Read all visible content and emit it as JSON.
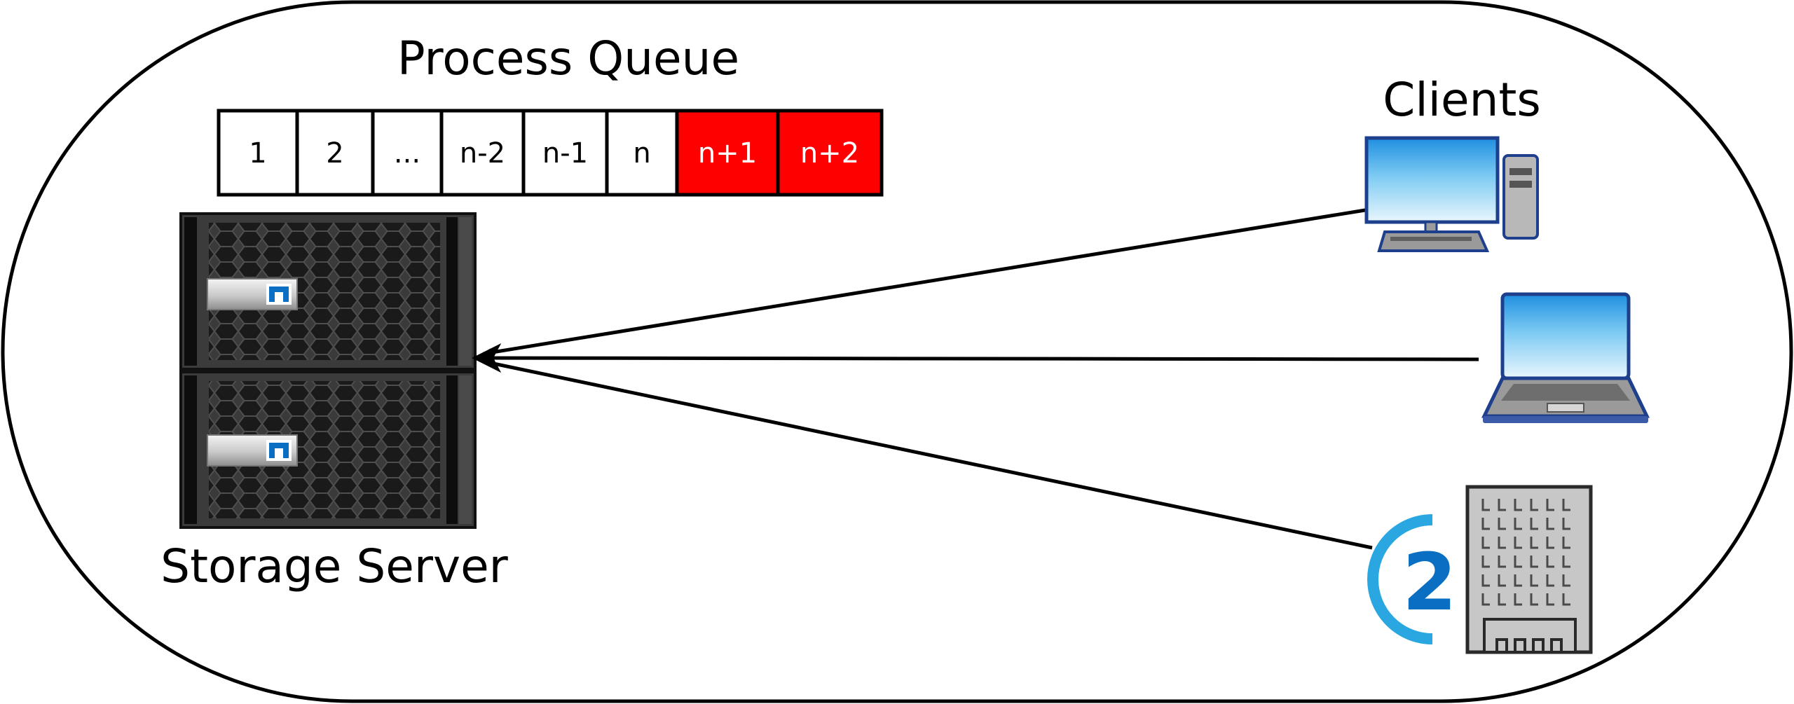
{
  "diagram": {
    "queue_title": "Process Queue",
    "queue_cells": [
      {
        "label": "1",
        "status": "normal"
      },
      {
        "label": "2",
        "status": "normal"
      },
      {
        "label": "...",
        "status": "normal"
      },
      {
        "label": "n-2",
        "status": "normal"
      },
      {
        "label": "n-1",
        "status": "normal"
      },
      {
        "label": "n",
        "status": "normal"
      },
      {
        "label": "n+1",
        "status": "overflow"
      },
      {
        "label": "n+2",
        "status": "overflow"
      }
    ],
    "server_label": "Storage Server",
    "clients_label": "Clients",
    "clients": [
      {
        "icon": "desktop-computer-icon"
      },
      {
        "icon": "laptop-icon"
      },
      {
        "icon": "office-building-icon"
      }
    ],
    "building_badge": "2",
    "colors": {
      "overflow_fill": "#ff0000",
      "normal_fill": "#ffffff",
      "screen_blue": "#3fa9e8",
      "brand_blue": "#0a6fc2",
      "badge_light_blue": "#2aa7e0",
      "outline_navy": "#1e3f8c"
    }
  }
}
